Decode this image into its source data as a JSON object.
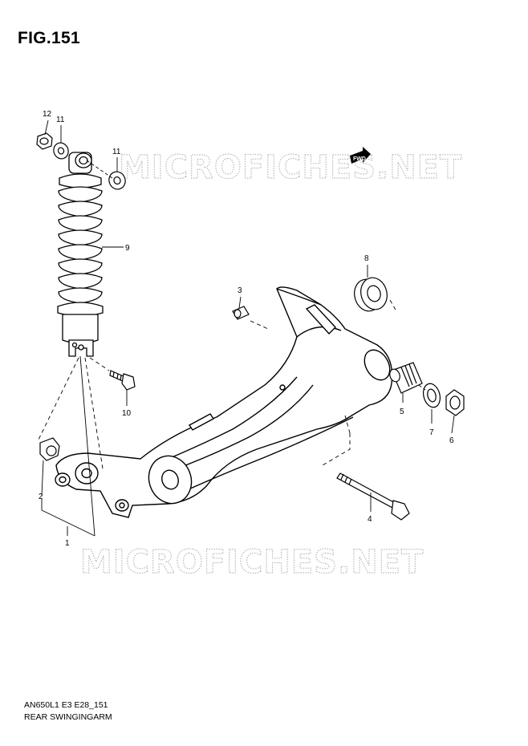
{
  "figure": {
    "title": "FIG.151",
    "code": "AN650L1 E3 E28_151",
    "name": "REAR SWINGINGARM"
  },
  "watermark": "MICROFICHES.NET",
  "direction_badge": "FWD",
  "callouts": {
    "c1": "1",
    "c2": "2",
    "c3": "3",
    "c4": "4",
    "c5": "5",
    "c6": "6",
    "c7": "7",
    "c8": "8",
    "c9": "9",
    "c10": "10",
    "c11a": "11",
    "c11b": "11",
    "c12": "12"
  }
}
